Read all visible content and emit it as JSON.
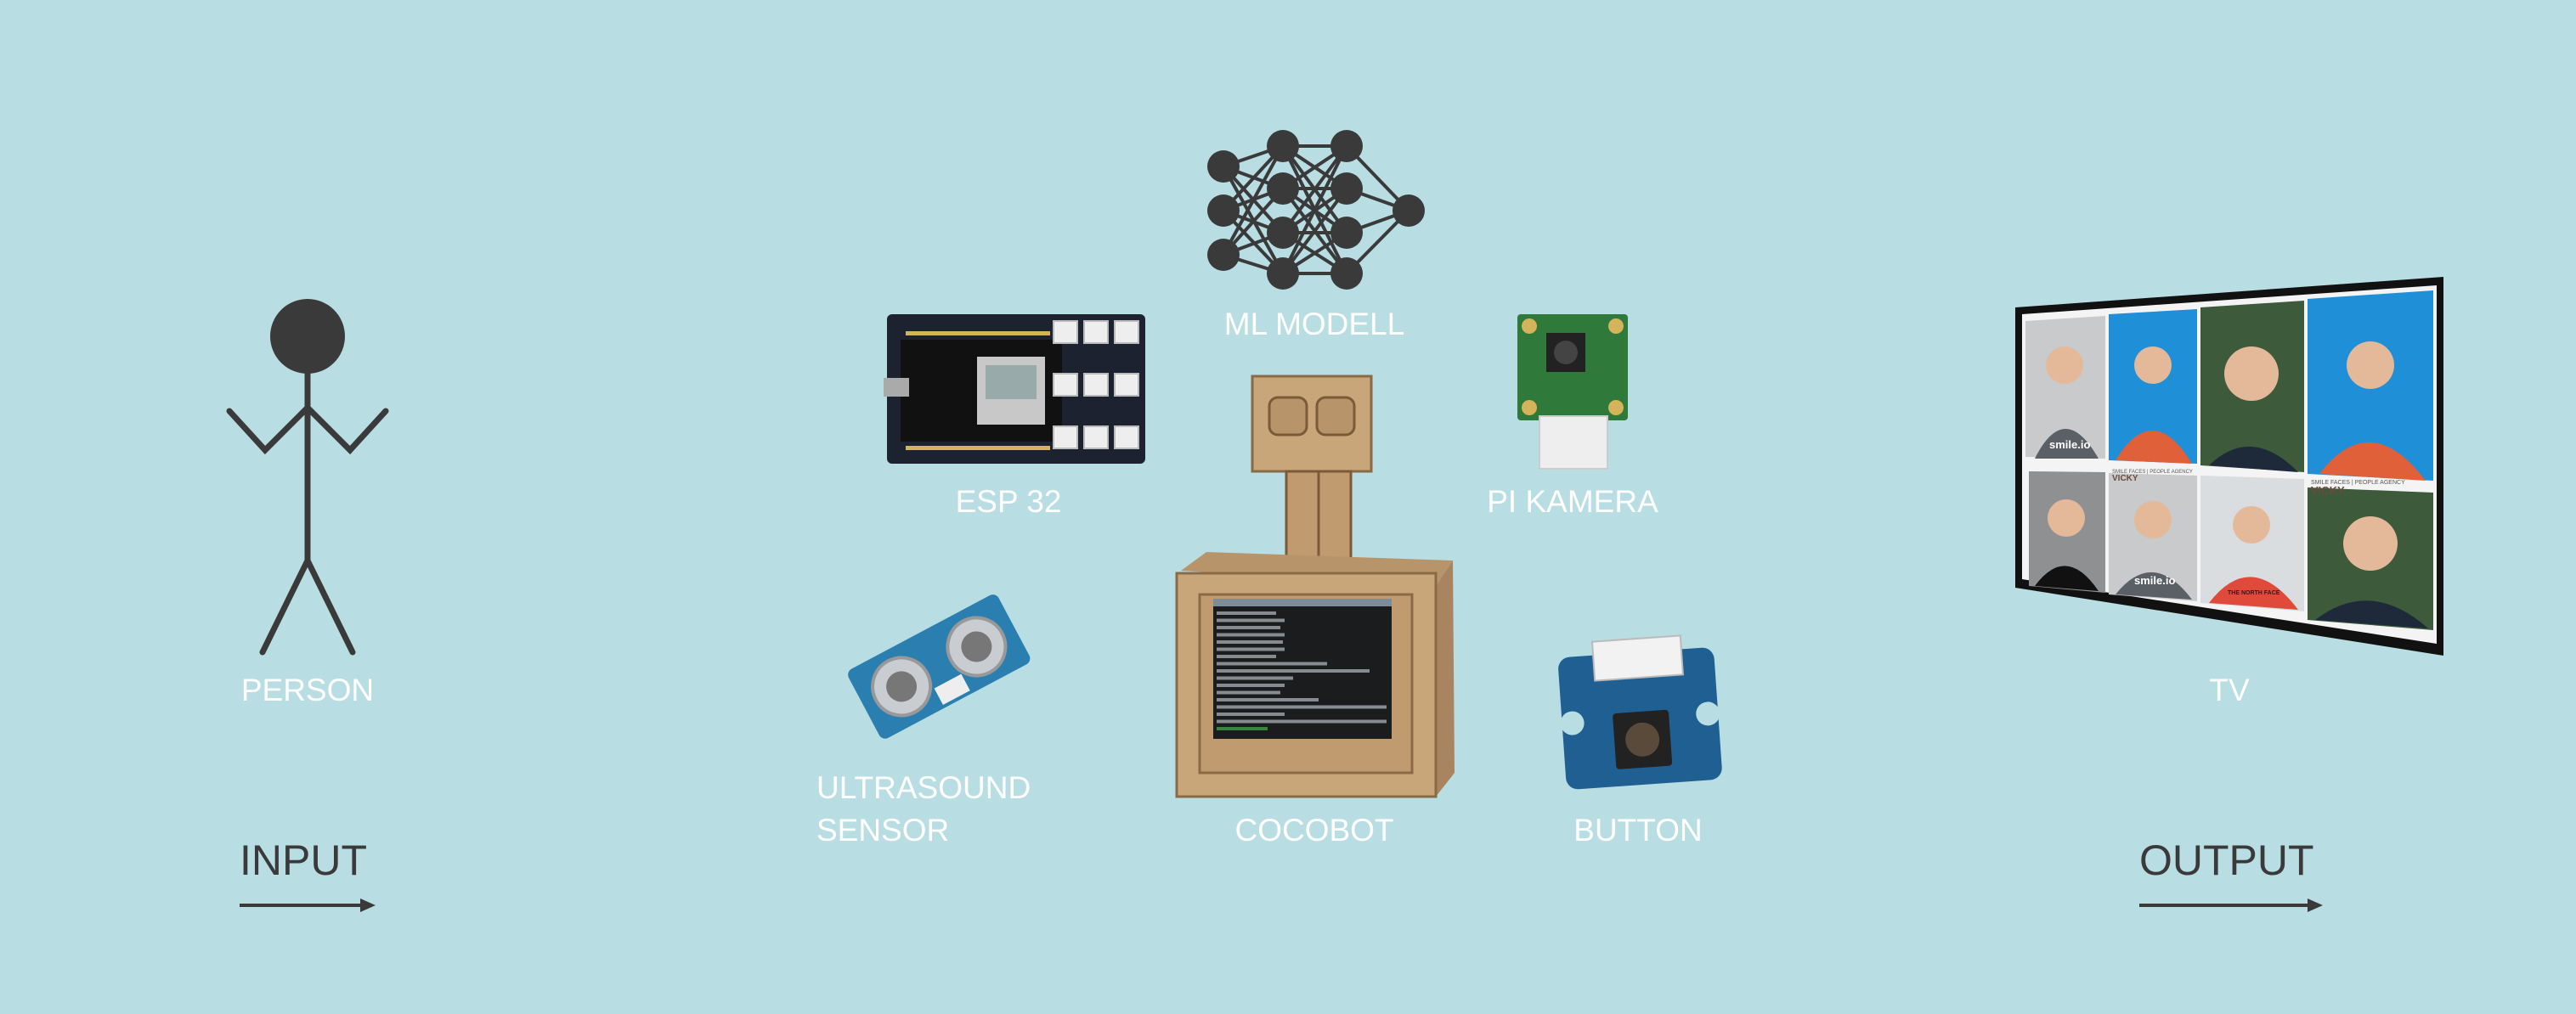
{
  "colors": {
    "background": "#b8dde2",
    "label": "#ffffff",
    "flow_text": "#3a3a3a",
    "icon": "#3a3a3a",
    "cardboard": "#c9a57a",
    "pcb_blue": "#1f6fa0",
    "pcb_green": "#2f7a3a"
  },
  "flow": {
    "input_label": "INPUT",
    "output_label": "OUTPUT"
  },
  "nodes": {
    "person": {
      "label": "PERSON",
      "icon": "stick-figure-icon"
    },
    "ml_model": {
      "label": "ML MODELL",
      "icon": "neural-network-icon"
    },
    "esp32": {
      "label": "ESP 32"
    },
    "pi_camera": {
      "label": "PI KAMERA"
    },
    "ultrasound": {
      "label_line1": "ULTRASOUND",
      "label_line2": "SENSOR"
    },
    "cocobot": {
      "label": "COCOBOT"
    },
    "button": {
      "label": "BUTTON"
    },
    "tv": {
      "label": "TV"
    }
  },
  "tv_screen": {
    "brand_text": "smile.io",
    "agency_text": "SMILE FACES | PEOPLE AGENCY",
    "name_text": "VICKY",
    "shirt_text": "THE NORTH FACE"
  }
}
